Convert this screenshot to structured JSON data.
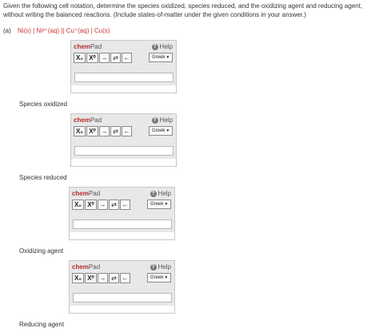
{
  "question": {
    "text": "Given the following cell notation, determine the species oxidized, species reduced, and the oxidizing agent and reducing agent, without writing the balanced reactions. (Include states-of-matter under the given conditions in your answer.)",
    "part_label": "(a)",
    "cell_notation": "Ni(s) | Ni²⁺(aq) || Cu⁺(aq) | Cu(s)"
  },
  "chempad": {
    "title_chem": "chem",
    "title_pad": "Pad",
    "help_label": "Help",
    "help_icon": "question-circle-icon",
    "buttons": [
      "X₀",
      "X⁰",
      "→",
      "⇄",
      "←"
    ],
    "greek_label": "Greek"
  },
  "fields": [
    {
      "label": "Species oxidized",
      "value": ""
    },
    {
      "label": "Species reduced",
      "value": ""
    },
    {
      "label": "Oxidizing agent",
      "value": ""
    },
    {
      "label": "Reducing agent",
      "value": ""
    }
  ],
  "colors": {
    "accent_red": "#b52b2b",
    "notation_red": "#cc3333",
    "pad_header": "#e8e8e8"
  }
}
